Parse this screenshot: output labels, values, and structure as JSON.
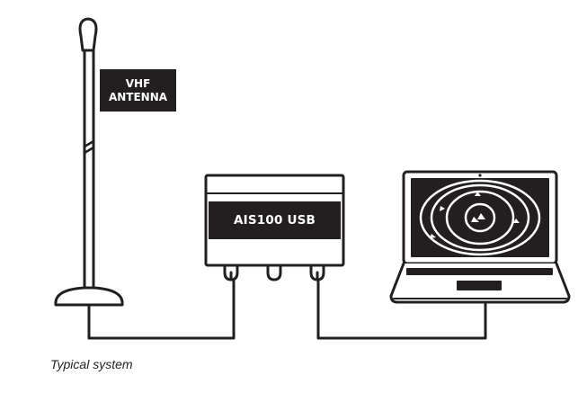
{
  "antenna": {
    "label_line1": "VHF",
    "label_line2": "ANTENNA"
  },
  "device": {
    "label": "AIS100 USB"
  },
  "caption": "Typical system",
  "colors": {
    "stroke": "#231f20",
    "label_fill": "#231f20",
    "label_text": "#ffffff",
    "background": "#ffffff"
  }
}
